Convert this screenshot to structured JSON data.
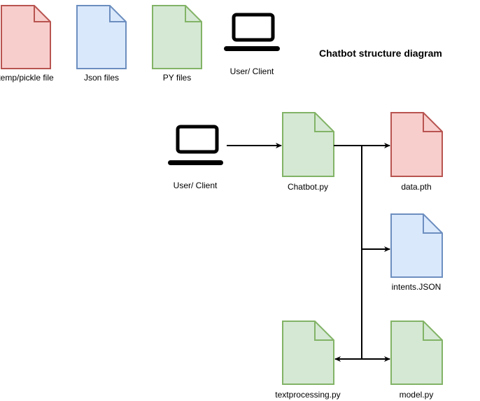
{
  "title": "Chatbot structure diagram",
  "colors": {
    "pickle_fill": "#f8cecc",
    "pickle_stroke": "#b85450",
    "json_fill": "#dae8fc",
    "json_stroke": "#6c8ebf",
    "py_fill": "#d5e8d4",
    "py_stroke": "#82b366",
    "line": "#000000"
  },
  "legend": {
    "pickle": "temp/pickle file",
    "json": "Json files",
    "py": "PY files",
    "client": "User/ Client"
  },
  "nodes": {
    "client": "User/ Client",
    "chatbot": "Chatbot.py",
    "data": "data.pth",
    "intents": "intents.JSON",
    "textprocessing": "textprocessing.py",
    "model": "model.py"
  },
  "icons": {
    "file": "document-icon",
    "client": "laptop-icon"
  }
}
